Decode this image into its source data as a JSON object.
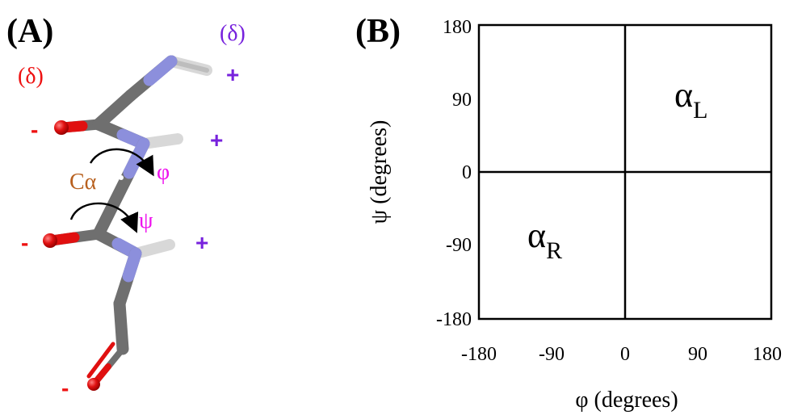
{
  "panel_a": {
    "label": "(A)",
    "delta_left": "(δ)",
    "delta_right": "(δ)",
    "minus": "-",
    "plus": "+",
    "calpha": "Cα",
    "phi": "φ",
    "psi": "ψ",
    "colors": {
      "carbon": "#6f6f6f",
      "nitrogen": "#8c8fdc",
      "oxygen": "#e01010",
      "hydrogen": "#d6d6d6",
      "negative": "#ee1111",
      "positive": "#7722dd",
      "calpha": "#b8601e",
      "angle": "#ee11ee"
    }
  },
  "panel_b": {
    "label": "(B)",
    "x_label": "φ (degrees)",
    "y_label": "ψ (degrees)",
    "x_ticks": [
      "-180",
      "-90",
      "0",
      "90",
      "180"
    ],
    "y_ticks": [
      "180",
      "90",
      "0",
      "-90",
      "-180"
    ],
    "regions": [
      {
        "symbol": "α",
        "subscript": "L",
        "phi": 45,
        "psi": 90
      },
      {
        "symbol": "α",
        "subscript": "R",
        "phi": -135,
        "psi": -90
      }
    ]
  }
}
